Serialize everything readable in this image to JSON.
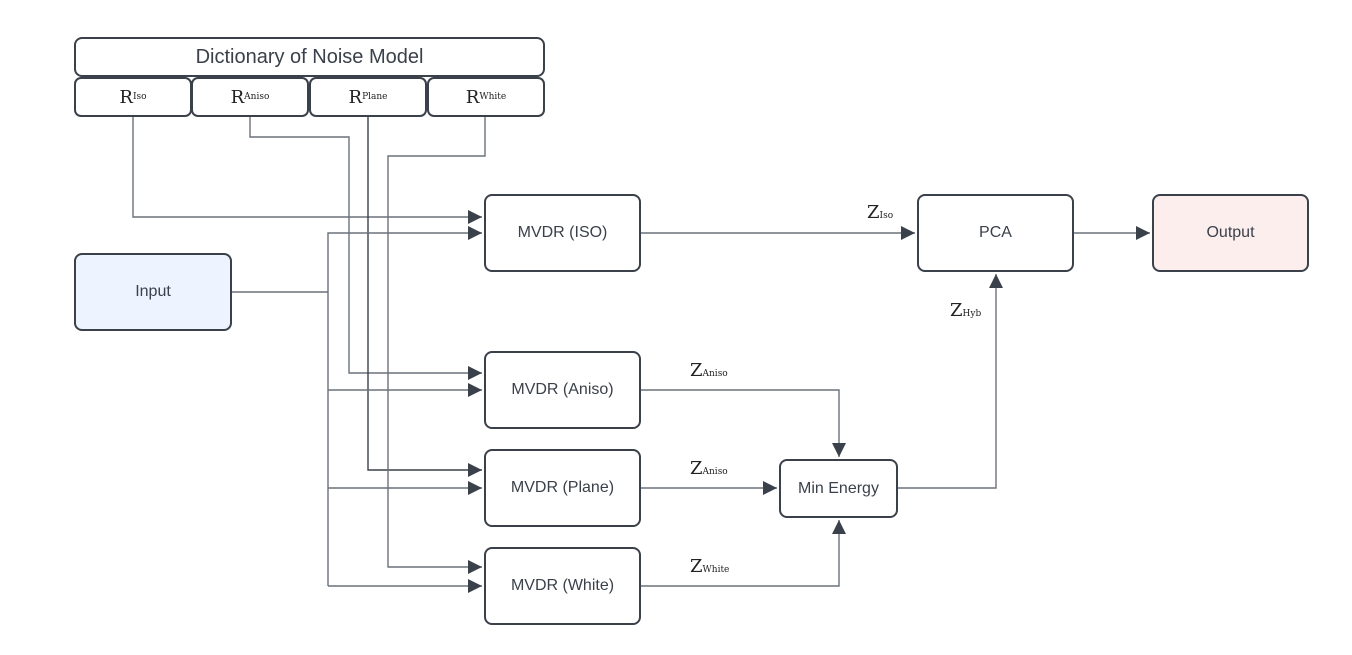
{
  "diagram": {
    "dictionary": {
      "title": "Dictionary of Noise Model",
      "models": [
        {
          "main": "R",
          "sub": "Iso"
        },
        {
          "main": "R",
          "sub": "Aniso"
        },
        {
          "main": "R",
          "sub": "Plane"
        },
        {
          "main": "R",
          "sub": "White"
        }
      ]
    },
    "nodes": {
      "input": "Input",
      "mvdr_iso": "MVDR (ISO)",
      "mvdr_aniso": "MVDR (Aniso)",
      "mvdr_plane": "MVDR (Plane)",
      "mvdr_white": "MVDR (White)",
      "min_energy": "Min Energy",
      "pca": "PCA",
      "output": "Output"
    },
    "edge_labels": {
      "z_iso": {
        "main": "Z",
        "sub": "Iso"
      },
      "z_aniso": {
        "main": "Z",
        "sub": "Aniso"
      },
      "z_plane": {
        "main": "Z",
        "sub": "Aniso"
      },
      "z_white": {
        "main": "Z",
        "sub": "White"
      },
      "z_hyb": {
        "main": "Z",
        "sub": "Hyb"
      }
    },
    "colors": {
      "stroke": "#3a414a",
      "wire": "#6b727b",
      "input_fill": "#edf4ff",
      "output_fill": "#fdeeee"
    }
  }
}
